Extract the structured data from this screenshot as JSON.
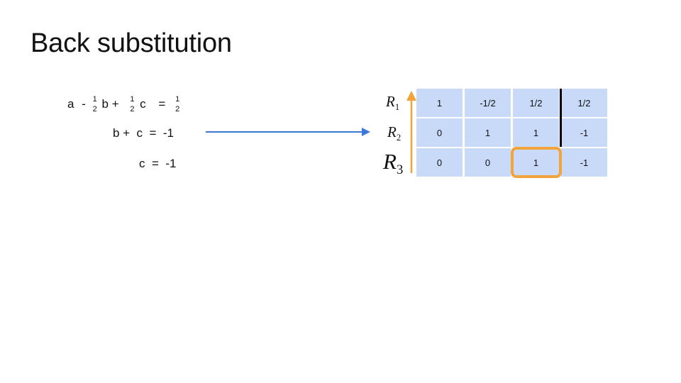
{
  "slide": {
    "title": "Back substitution"
  },
  "equations": {
    "eq1": {
      "a": "a",
      "minus": "-",
      "frac1_num": "1",
      "frac1_den": "2",
      "b": "b +",
      "frac2_num": "1",
      "frac2_den": "2",
      "c": "c",
      "equals": "=",
      "frac3_num": "1",
      "frac3_den": "2"
    },
    "eq2": "b +  c  =  -1",
    "eq3": "c  =  -1"
  },
  "matrix": {
    "rows": [
      {
        "label": "R",
        "sub": "1",
        "cells": [
          "1",
          "-1/2",
          "1/2",
          "1/2"
        ]
      },
      {
        "label": "R",
        "sub": "2",
        "cells": [
          "0",
          "1",
          "1",
          "-1"
        ]
      },
      {
        "label": "R",
        "sub": "3",
        "cells": [
          "0",
          "0",
          "1",
          "-1"
        ]
      }
    ]
  },
  "colors": {
    "cell_fill": "#c9daf8",
    "arrow_blue": "#3c78d8",
    "highlight_orange": "#f4a23c"
  }
}
